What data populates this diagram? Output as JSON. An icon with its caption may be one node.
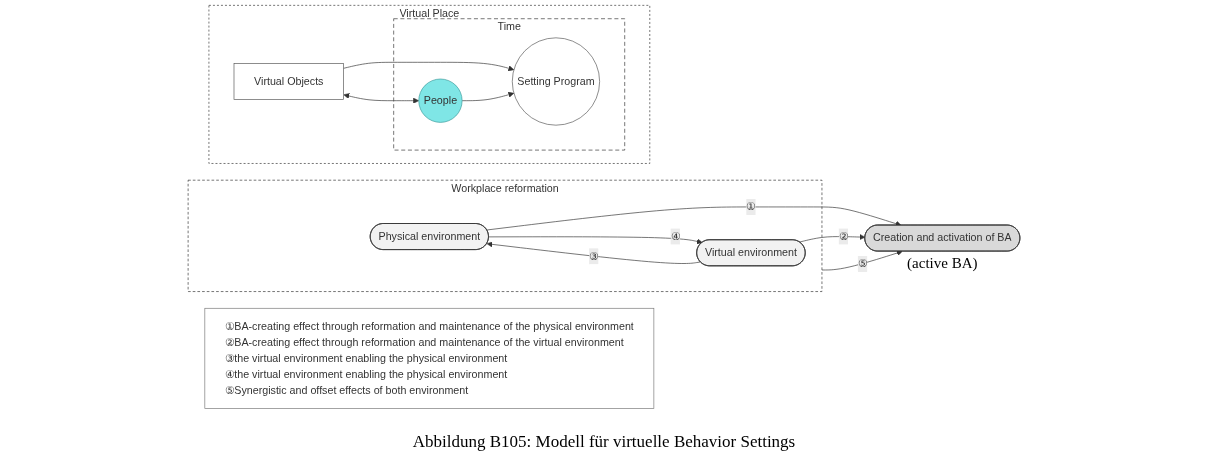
{
  "diagram": {
    "caption": "Abbildung B105: Modell für virtuelle Behavior Settings",
    "nodes": [
      {
        "text": [
          "Workplace reformation"
        ]
      },
      {
        "text": [
          "Physical environment"
        ],
        "in": 0
      },
      {
        "text": [
          "Virtual environment"
        ],
        "in": 0
      },
      {
        "text": [
          "Creation and activation of BA"
        ],
        "beside": [
          "(active BA)"
        ]
      },
      {
        "text": [
          "①BA-creating effect through reformation and maintenance of the physical environment",
          "②BA-creating effect through reformation and maintenance of the virtual environment",
          "③the virtual environment enabling the physical environment",
          "④the virtual environment enabling the physical environment",
          "⑤Synergistic and offset effects of both environment"
        ]
      },
      {
        "text": [
          "Virtual Place"
        ]
      },
      {
        "text": [
          "Virtual Objects"
        ],
        "in": 5
      },
      {
        "text": [
          "Time"
        ],
        "in": 5
      },
      {
        "text": [
          "People"
        ],
        "in": 7
      },
      {
        "text": [
          "Setting Program"
        ],
        "in": 7
      }
    ],
    "edges": [
      {
        "from": 1,
        "to": 3,
        "arrow": "to",
        "label": "①"
      },
      {
        "from": 2,
        "to": 3,
        "arrow": "to",
        "label": "②"
      },
      {
        "from": 2,
        "to": 1,
        "arrow": "to",
        "label": "③"
      },
      {
        "from": 1,
        "to": 2,
        "arrow": "to",
        "label": "④"
      },
      {
        "from": 0,
        "to": 3,
        "arrow": "to",
        "label": "⑤"
      },
      {
        "from": 6,
        "to": 8,
        "arrow": "both"
      },
      {
        "from": 6,
        "to": 9,
        "arrow": "to"
      },
      {
        "from": 8,
        "to": 9,
        "arrow": "to"
      }
    ]
  }
}
